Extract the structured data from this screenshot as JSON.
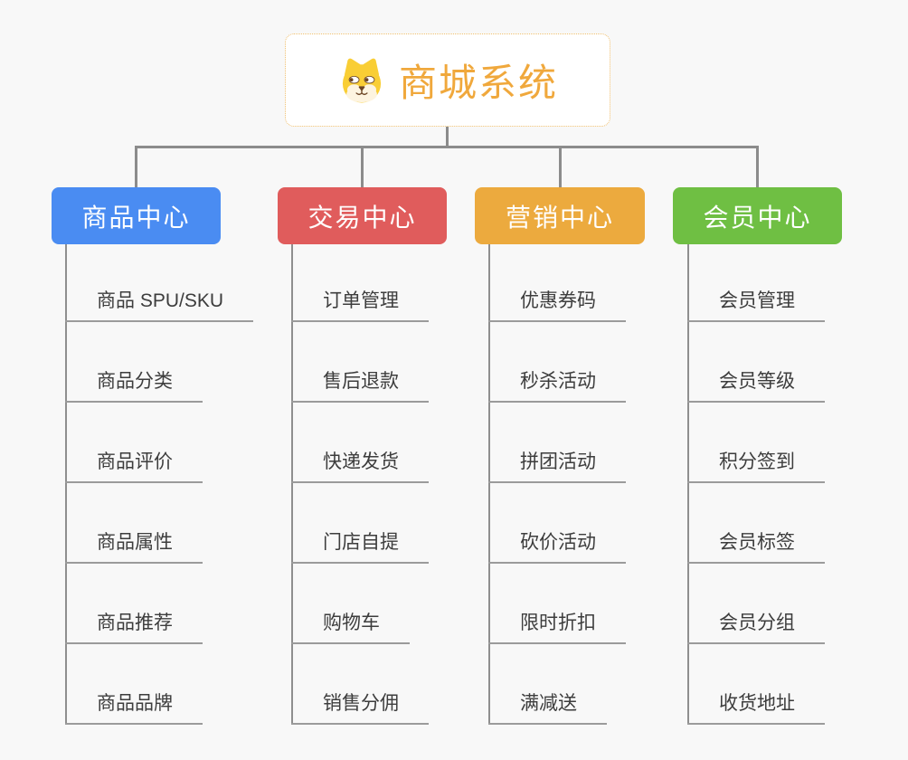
{
  "root": {
    "title": "商城系统",
    "icon": "dog-face-icon"
  },
  "branches": [
    {
      "label": "商品中心",
      "color": "#4a8cf2",
      "items": [
        "商品 SPU/SKU",
        "商品分类",
        "商品评价",
        "商品属性",
        "商品推荐",
        "商品品牌"
      ]
    },
    {
      "label": "交易中心",
      "color": "#e05c5c",
      "items": [
        "订单管理",
        "售后退款",
        "快递发货",
        "门店自提",
        "购物车",
        "销售分佣"
      ]
    },
    {
      "label": "营销中心",
      "color": "#ecaa3e",
      "items": [
        "优惠券码",
        "秒杀活动",
        "拼团活动",
        "砍价活动",
        "限时折扣",
        "满减送"
      ]
    },
    {
      "label": "会员中心",
      "color": "#6fbf43",
      "items": [
        "会员管理",
        "会员等级",
        "积分签到",
        "会员标签",
        "会员分组",
        "收货地址"
      ]
    }
  ],
  "colors": {
    "background": "#f8f8f8",
    "root_border": "#efbf6e",
    "root_title": "#f0a83c",
    "connector_line": "#8c8c8c",
    "leaf_underline": "#9b9b9b",
    "leaf_text": "#3d3d3d",
    "mascot_yellow": "#f9ce35",
    "mascot_cream": "#fdf4e0",
    "mascot_brown": "#6b4423"
  }
}
